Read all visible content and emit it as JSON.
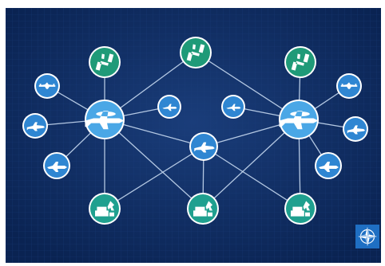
{
  "diagram": {
    "colors": {
      "background": "#0d2a5e",
      "grid": "#1b3f7e",
      "edge": "#c5d8f0",
      "node_ring": "#ffffff",
      "satellite_fill": "#1f9a78",
      "ground_station_fill": "#1fa08f",
      "awacs_fill": "#4aa7e6",
      "aircraft_fill": "#2f86d2",
      "nato_badge": "#1f6fc3"
    },
    "nodes": [
      {
        "id": "sat-left",
        "kind": "satellite",
        "icon": "satellite-icon"
      },
      {
        "id": "sat-top",
        "kind": "satellite",
        "icon": "satellite-icon"
      },
      {
        "id": "sat-right",
        "kind": "satellite",
        "icon": "satellite-icon"
      },
      {
        "id": "awacs-left",
        "kind": "awacs",
        "icon": "awacs-aircraft-icon"
      },
      {
        "id": "awacs-right",
        "kind": "awacs",
        "icon": "awacs-aircraft-icon"
      },
      {
        "id": "drone-left",
        "kind": "drone",
        "icon": "drone-icon"
      },
      {
        "id": "drone-right",
        "kind": "drone",
        "icon": "drone-icon"
      },
      {
        "id": "fighter-left-1",
        "kind": "fighter",
        "icon": "fighter-jet-icon"
      },
      {
        "id": "fighter-right-1",
        "kind": "fighter",
        "icon": "fighter-jet-icon"
      },
      {
        "id": "transport-left",
        "kind": "transport",
        "icon": "transport-aircraft-icon"
      },
      {
        "id": "transport-right",
        "kind": "transport",
        "icon": "transport-aircraft-icon"
      },
      {
        "id": "jet-mid-left",
        "kind": "jet",
        "icon": "jet-icon"
      },
      {
        "id": "jet-mid-right",
        "kind": "jet",
        "icon": "jet-icon"
      },
      {
        "id": "fighter-center",
        "kind": "fighter",
        "icon": "fighter-jet-icon"
      },
      {
        "id": "ground-left",
        "kind": "ground-station",
        "icon": "ground-station-icon"
      },
      {
        "id": "ground-center",
        "kind": "ground-station",
        "icon": "ground-station-icon"
      },
      {
        "id": "ground-right",
        "kind": "ground-station",
        "icon": "ground-station-icon"
      }
    ],
    "edges": [
      [
        "awacs-left",
        "sat-left"
      ],
      [
        "awacs-left",
        "sat-top"
      ],
      [
        "awacs-left",
        "drone-left"
      ],
      [
        "awacs-left",
        "fighter-left-1"
      ],
      [
        "awacs-left",
        "transport-left"
      ],
      [
        "awacs-left",
        "jet-mid-left"
      ],
      [
        "awacs-left",
        "fighter-center"
      ],
      [
        "awacs-left",
        "ground-left"
      ],
      [
        "awacs-left",
        "ground-center"
      ],
      [
        "awacs-right",
        "sat-right"
      ],
      [
        "awacs-right",
        "sat-top"
      ],
      [
        "awacs-right",
        "drone-right"
      ],
      [
        "awacs-right",
        "fighter-right-1"
      ],
      [
        "awacs-right",
        "transport-right"
      ],
      [
        "awacs-right",
        "jet-mid-right"
      ],
      [
        "awacs-right",
        "fighter-center"
      ],
      [
        "awacs-right",
        "ground-right"
      ],
      [
        "awacs-right",
        "ground-center"
      ],
      [
        "fighter-center",
        "ground-center"
      ],
      [
        "fighter-center",
        "ground-left"
      ],
      [
        "fighter-center",
        "ground-right"
      ]
    ],
    "badge": {
      "icon": "nato-compass-icon"
    }
  }
}
